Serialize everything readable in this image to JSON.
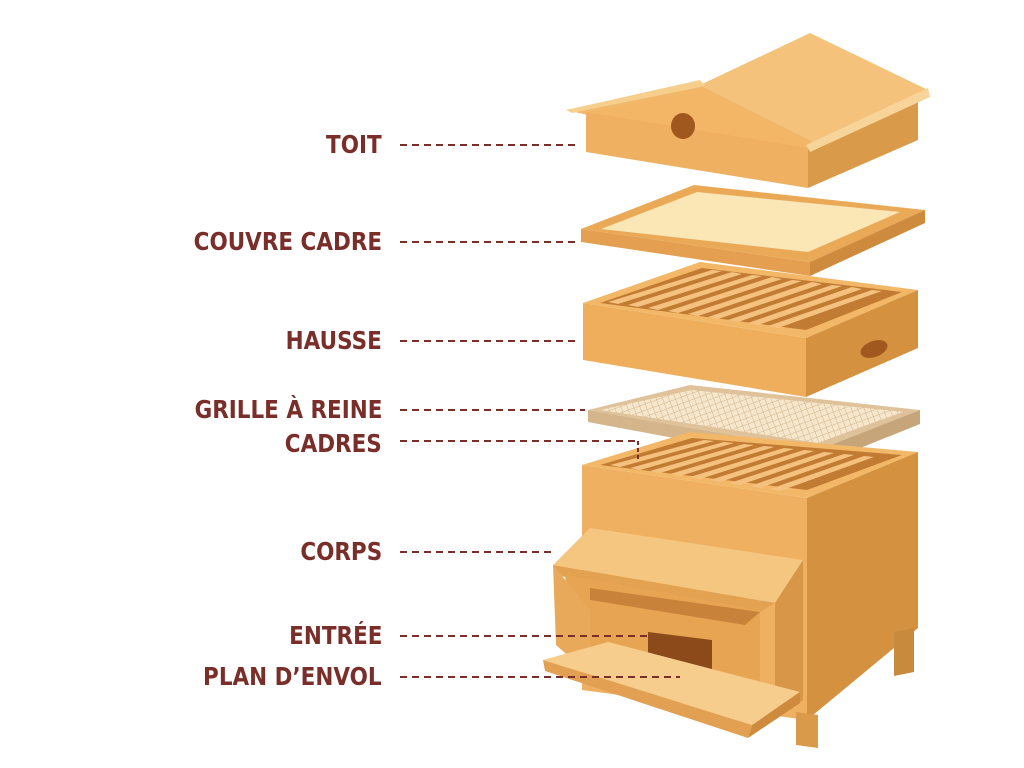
{
  "colors": {
    "label_text": "#7a2e2a",
    "leader_line": "#7a2e2a",
    "wood_light": "#f9d190",
    "wood_mid": "#f0b25e",
    "wood_dark": "#d99343",
    "wood_shadow": "#b8742e",
    "excluder_mesh": "#f1ddc0"
  },
  "labels": {
    "toit": "TOIT",
    "couvre_cadre": "COUVRE CADRE",
    "hausse": "HAUSSE",
    "grille_a_reine": "GRILLE À REINE",
    "cadres": "CADRES",
    "corps": "CORPS",
    "entree": "ENTRÉE",
    "plan_d_envol": "PLAN D’ENVOL"
  }
}
